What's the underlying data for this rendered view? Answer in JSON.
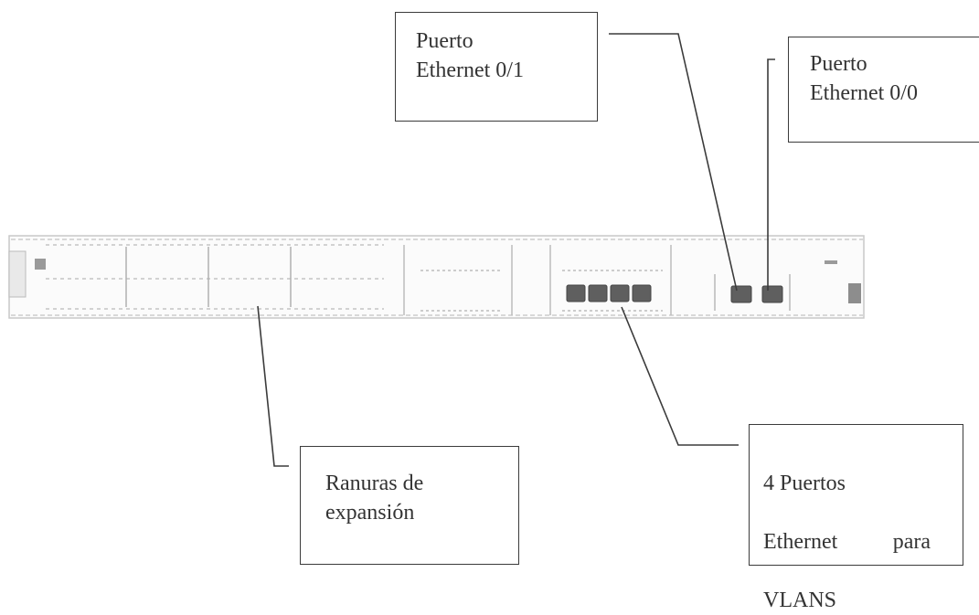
{
  "labels": {
    "eth01": "Puerto\nEthernet 0/1",
    "eth00": "Puerto\nEthernet 0/0",
    "ranuras": "Ranuras de\nexpansión",
    "vlans_line1": "4 Puertos",
    "vlans_line2": "Ethernet para",
    "vlans_line3": "VLANS"
  },
  "colors": {
    "line": "#3b3b3b",
    "router_outline": "#bdbdbd",
    "port": "#5a5a5a"
  }
}
